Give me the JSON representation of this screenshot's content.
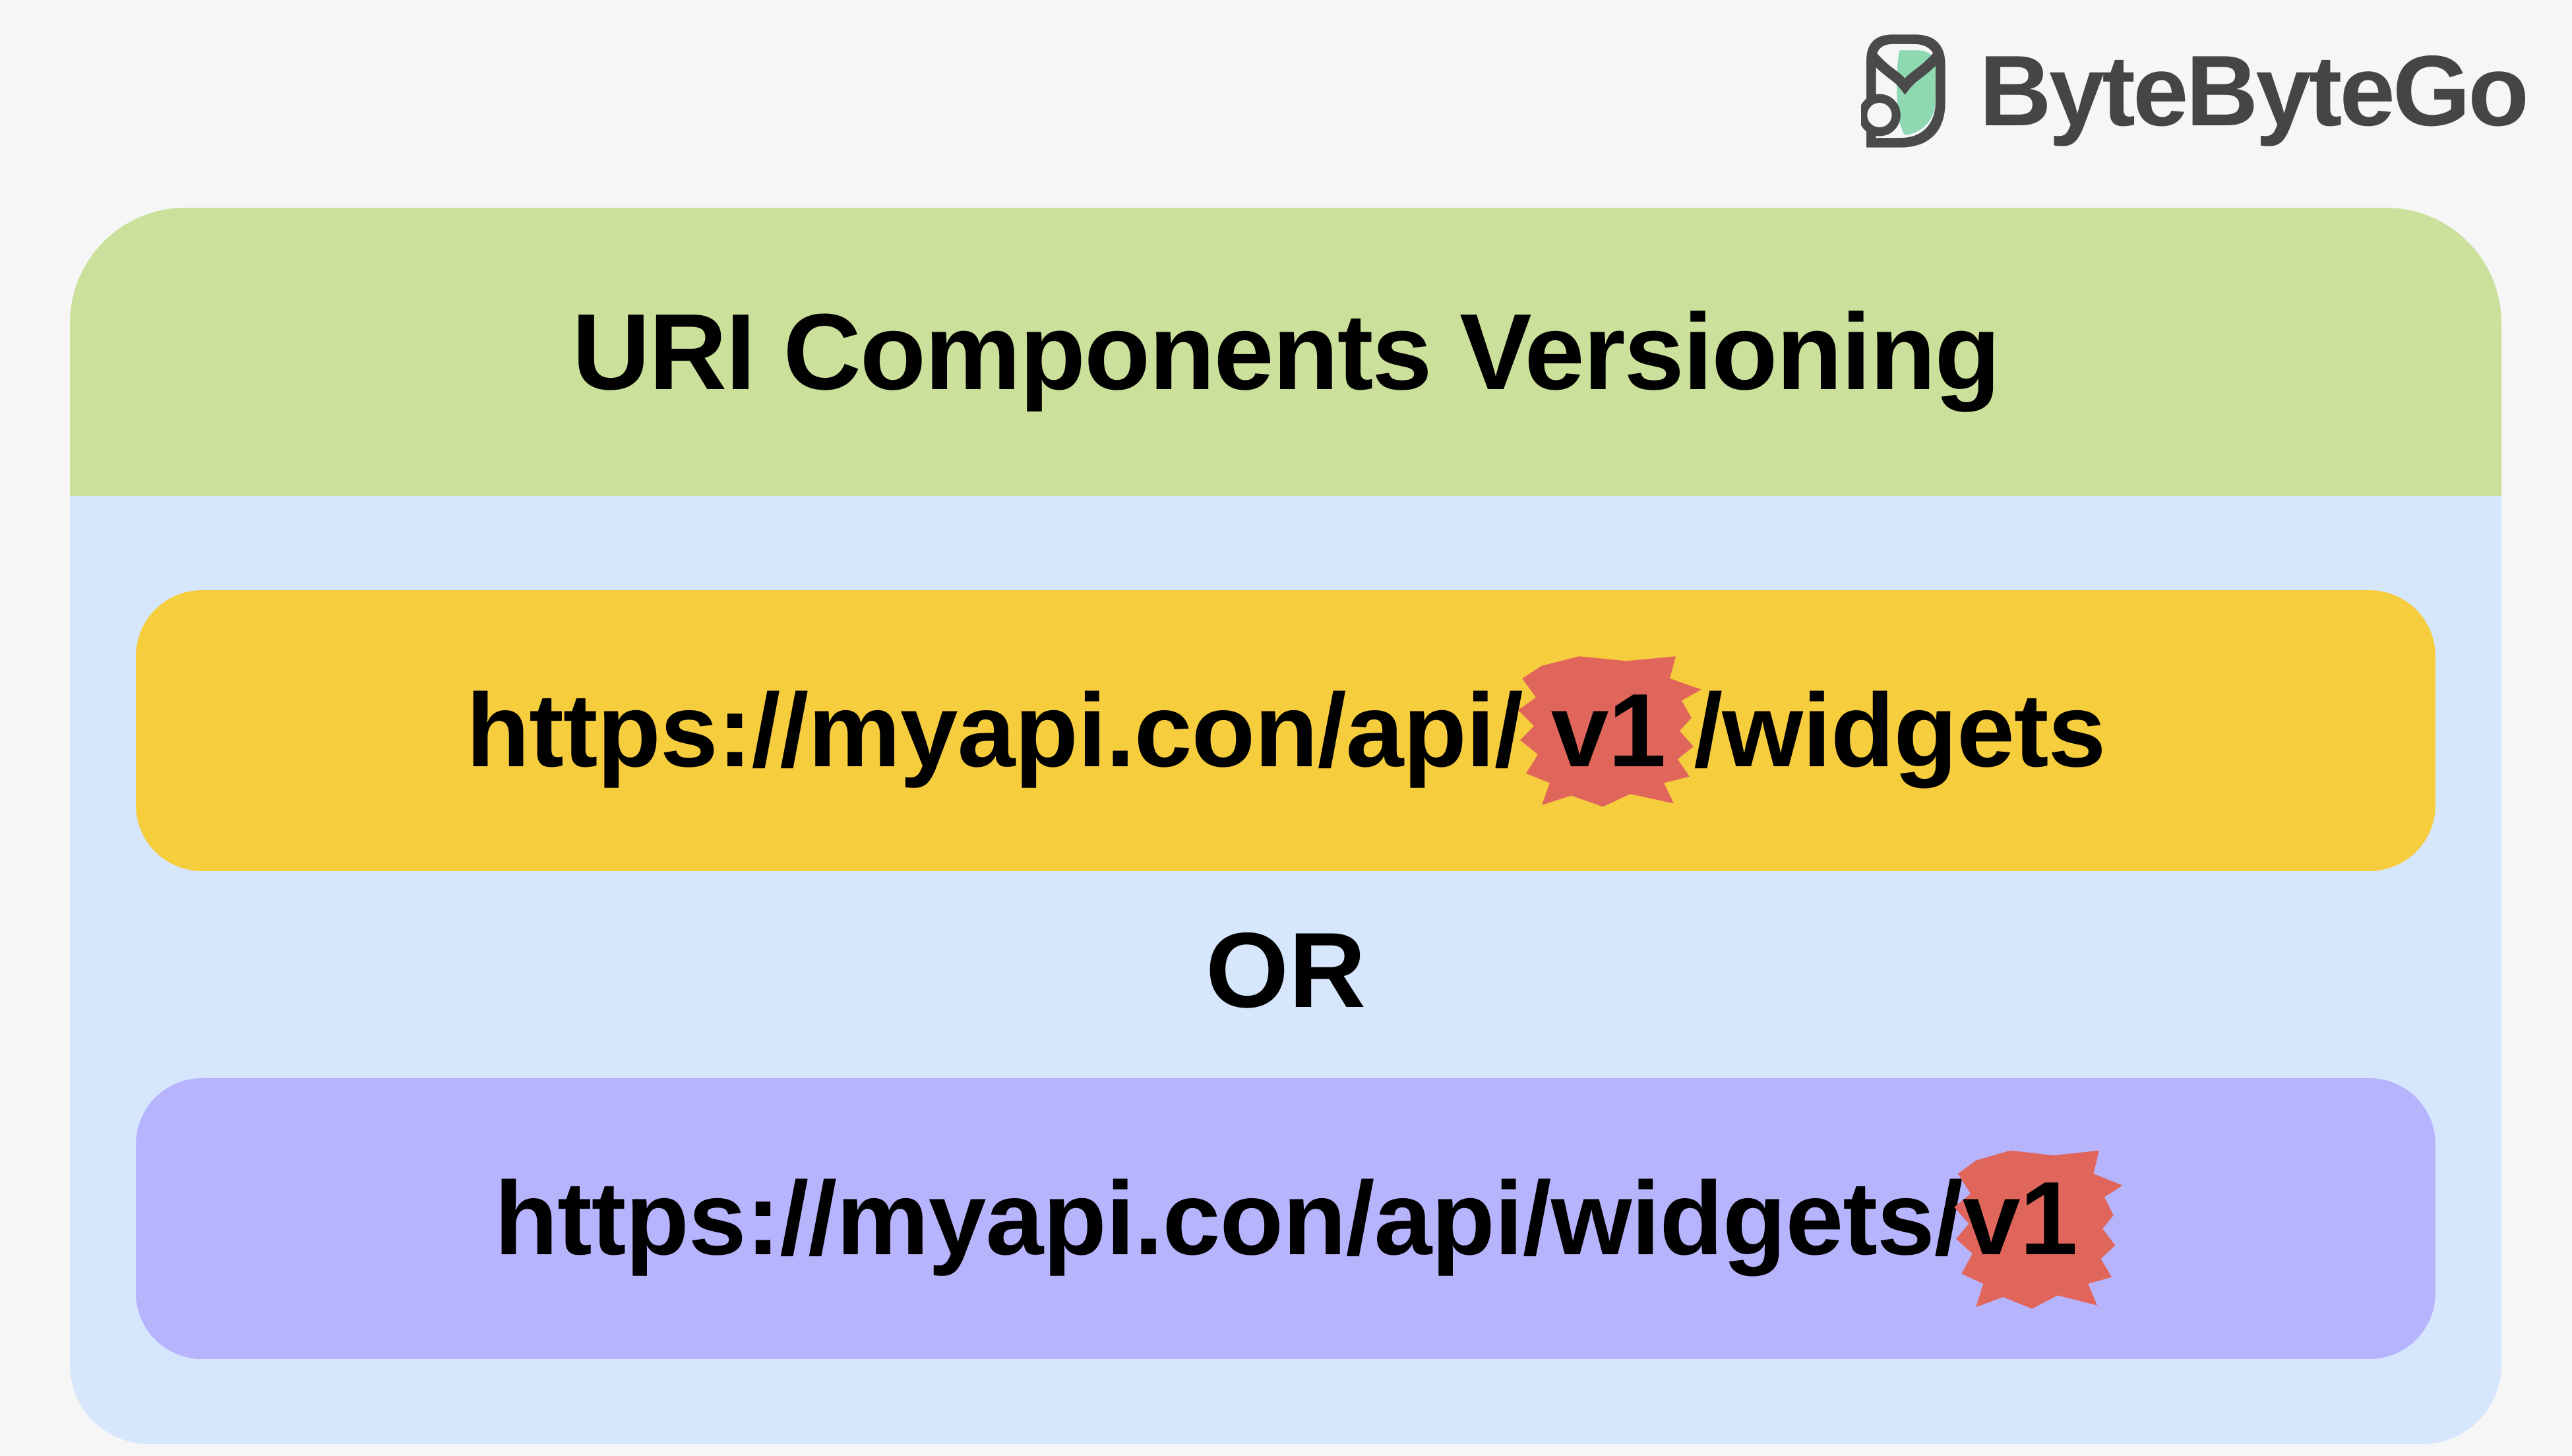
{
  "logo": {
    "brand": "ByteByteGo",
    "icon": "bytebytego-logo-icon",
    "text_color": "#454545",
    "icon_green": "#8ed8b2",
    "icon_outline": "#4a4a4a"
  },
  "diagram": {
    "title": "URI Components Versioning",
    "or_label": "OR",
    "colors": {
      "page_background": "#f6f6f6",
      "card_background": "#d6e7fd",
      "header_background": "#cbe09b",
      "option_path_background": "#f6cd3d",
      "option_resource_background": "#b7b4fe",
      "highlight_marker": "#e0665b",
      "text": "#000000"
    },
    "options": [
      {
        "prefix": "https://myapi.con/api/ ",
        "highlighted": "v1",
        "suffix": " /widgets"
      },
      {
        "prefix": "https://myapi.con/api/widgets/",
        "highlighted": "v1",
        "suffix": ""
      }
    ]
  }
}
